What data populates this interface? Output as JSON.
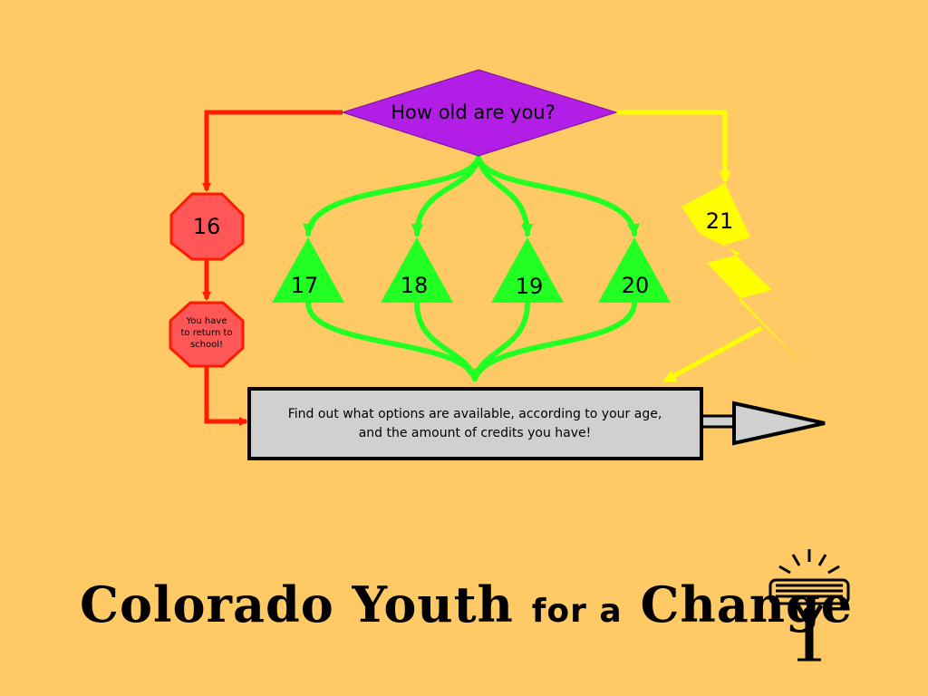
{
  "diagram": {
    "question": "How old are you?",
    "ages": {
      "a16": "16",
      "a17": "17",
      "a18": "18",
      "a19": "19",
      "a20": "20",
      "a21": "21"
    },
    "return_note": [
      "You have",
      "to return to",
      "school!"
    ],
    "result_text": [
      "Find out what options are available, according to your age,",
      "and the amount of credits you have!"
    ]
  },
  "branding": {
    "logo_text_1": "Colorado Youth",
    "logo_text_2": "for a",
    "logo_text_3": "Change"
  },
  "colors": {
    "background": "#ffc966",
    "question_diamond": "#b31ee6",
    "red_path": "#ff1a00",
    "stop_sign": "#ff5757",
    "green_path": "#22ff22",
    "yellow_path": "#ffff00",
    "result_box": "#d0d0d0"
  }
}
